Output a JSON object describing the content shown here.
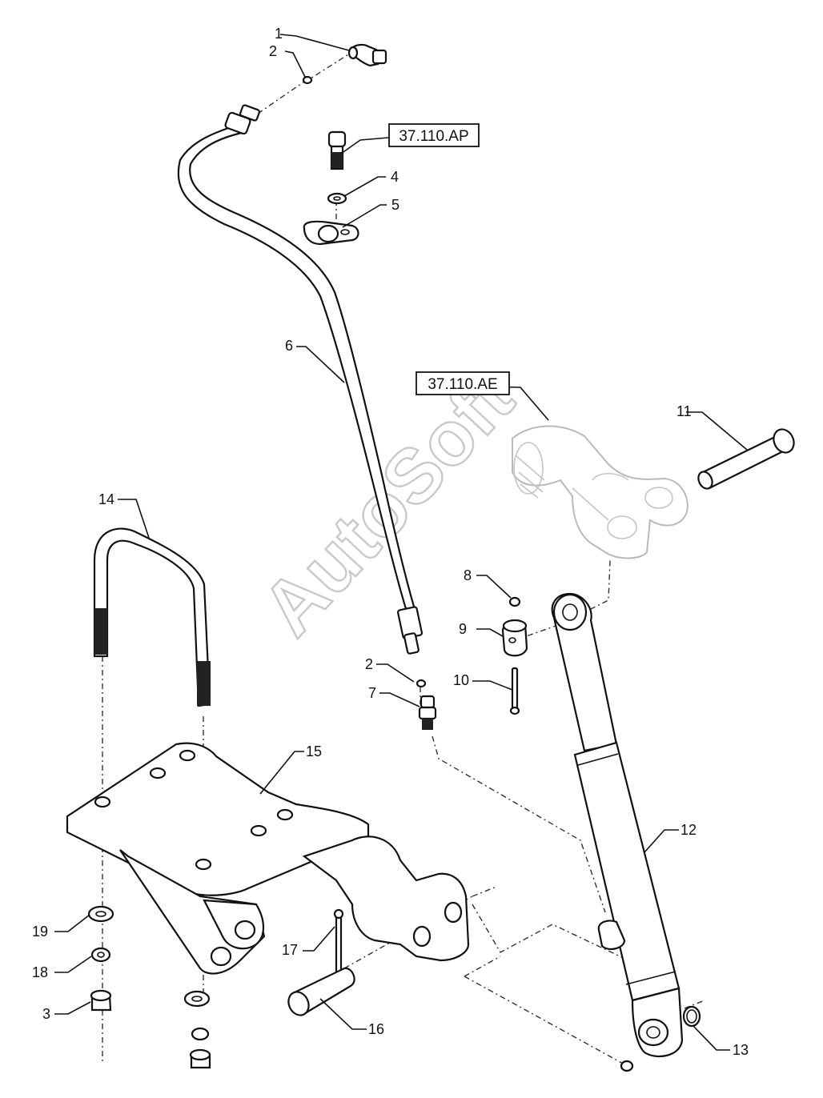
{
  "watermark": "AutoSoft",
  "references": [
    {
      "id": "ref-ap",
      "text": "37.110.AP"
    },
    {
      "id": "ref-ae",
      "text": "37.110.AE"
    }
  ],
  "callouts": [
    {
      "id": "c1",
      "text": "1"
    },
    {
      "id": "c2a",
      "text": "2"
    },
    {
      "id": "c4",
      "text": "4"
    },
    {
      "id": "c5",
      "text": "5"
    },
    {
      "id": "c6",
      "text": "6"
    },
    {
      "id": "c11",
      "text": "11"
    },
    {
      "id": "c14",
      "text": "14"
    },
    {
      "id": "c8",
      "text": "8"
    },
    {
      "id": "c9",
      "text": "9"
    },
    {
      "id": "c2b",
      "text": "2"
    },
    {
      "id": "c10",
      "text": "10"
    },
    {
      "id": "c7",
      "text": "7"
    },
    {
      "id": "c15",
      "text": "15"
    },
    {
      "id": "c12",
      "text": "12"
    },
    {
      "id": "c19",
      "text": "19"
    },
    {
      "id": "c17",
      "text": "17"
    },
    {
      "id": "c18",
      "text": "18"
    },
    {
      "id": "c16",
      "text": "16"
    },
    {
      "id": "c3",
      "text": "3"
    },
    {
      "id": "c13",
      "text": "13"
    }
  ]
}
